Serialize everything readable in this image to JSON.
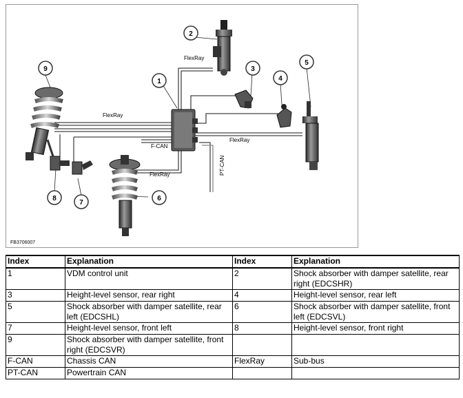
{
  "figure": {
    "code": "FB3706007",
    "callouts": [
      "1",
      "2",
      "3",
      "4",
      "5",
      "6",
      "7",
      "8",
      "9"
    ],
    "bus_labels": {
      "flexray_top": "FlexRay",
      "flexray_left": "FlexRay",
      "flexray_right": "FlexRay",
      "flexray_bottom": "FlexRay",
      "fcan": "F-CAN",
      "ptcan": "PT-CAN"
    }
  },
  "legend": {
    "headers": [
      "Index",
      "Explanation",
      "Index",
      "Explanation"
    ],
    "rows": [
      {
        "i1": "1",
        "e1": "VDM control unit",
        "i2": "2",
        "e2": "Shock absorber with damper satellite, rear right (EDCSHR)"
      },
      {
        "i1": "3",
        "e1": "Height-level sensor, rear right",
        "i2": "4",
        "e2": "Height-level sensor, rear left"
      },
      {
        "i1": "5",
        "e1": "Shock absorber with damper satellite, rear left (EDCSHL)",
        "i2": "6",
        "e2": "Shock absorber with damper satellite, front left (EDCSVL)"
      },
      {
        "i1": "7",
        "e1": "Height-level sensor, front left",
        "i2": "8",
        "e2": "Height-level sensor, front right"
      },
      {
        "i1": "9",
        "e1": "Shock absorber with damper satellite, front right (EDCSVR)",
        "i2": "",
        "e2": ""
      },
      {
        "i1": "F-CAN",
        "e1": "Chassis CAN",
        "i2": "FlexRay",
        "e2": "Sub-bus"
      },
      {
        "i1": "PT-CAN",
        "e1": "Powertrain CAN",
        "i2": "",
        "e2": ""
      }
    ]
  }
}
